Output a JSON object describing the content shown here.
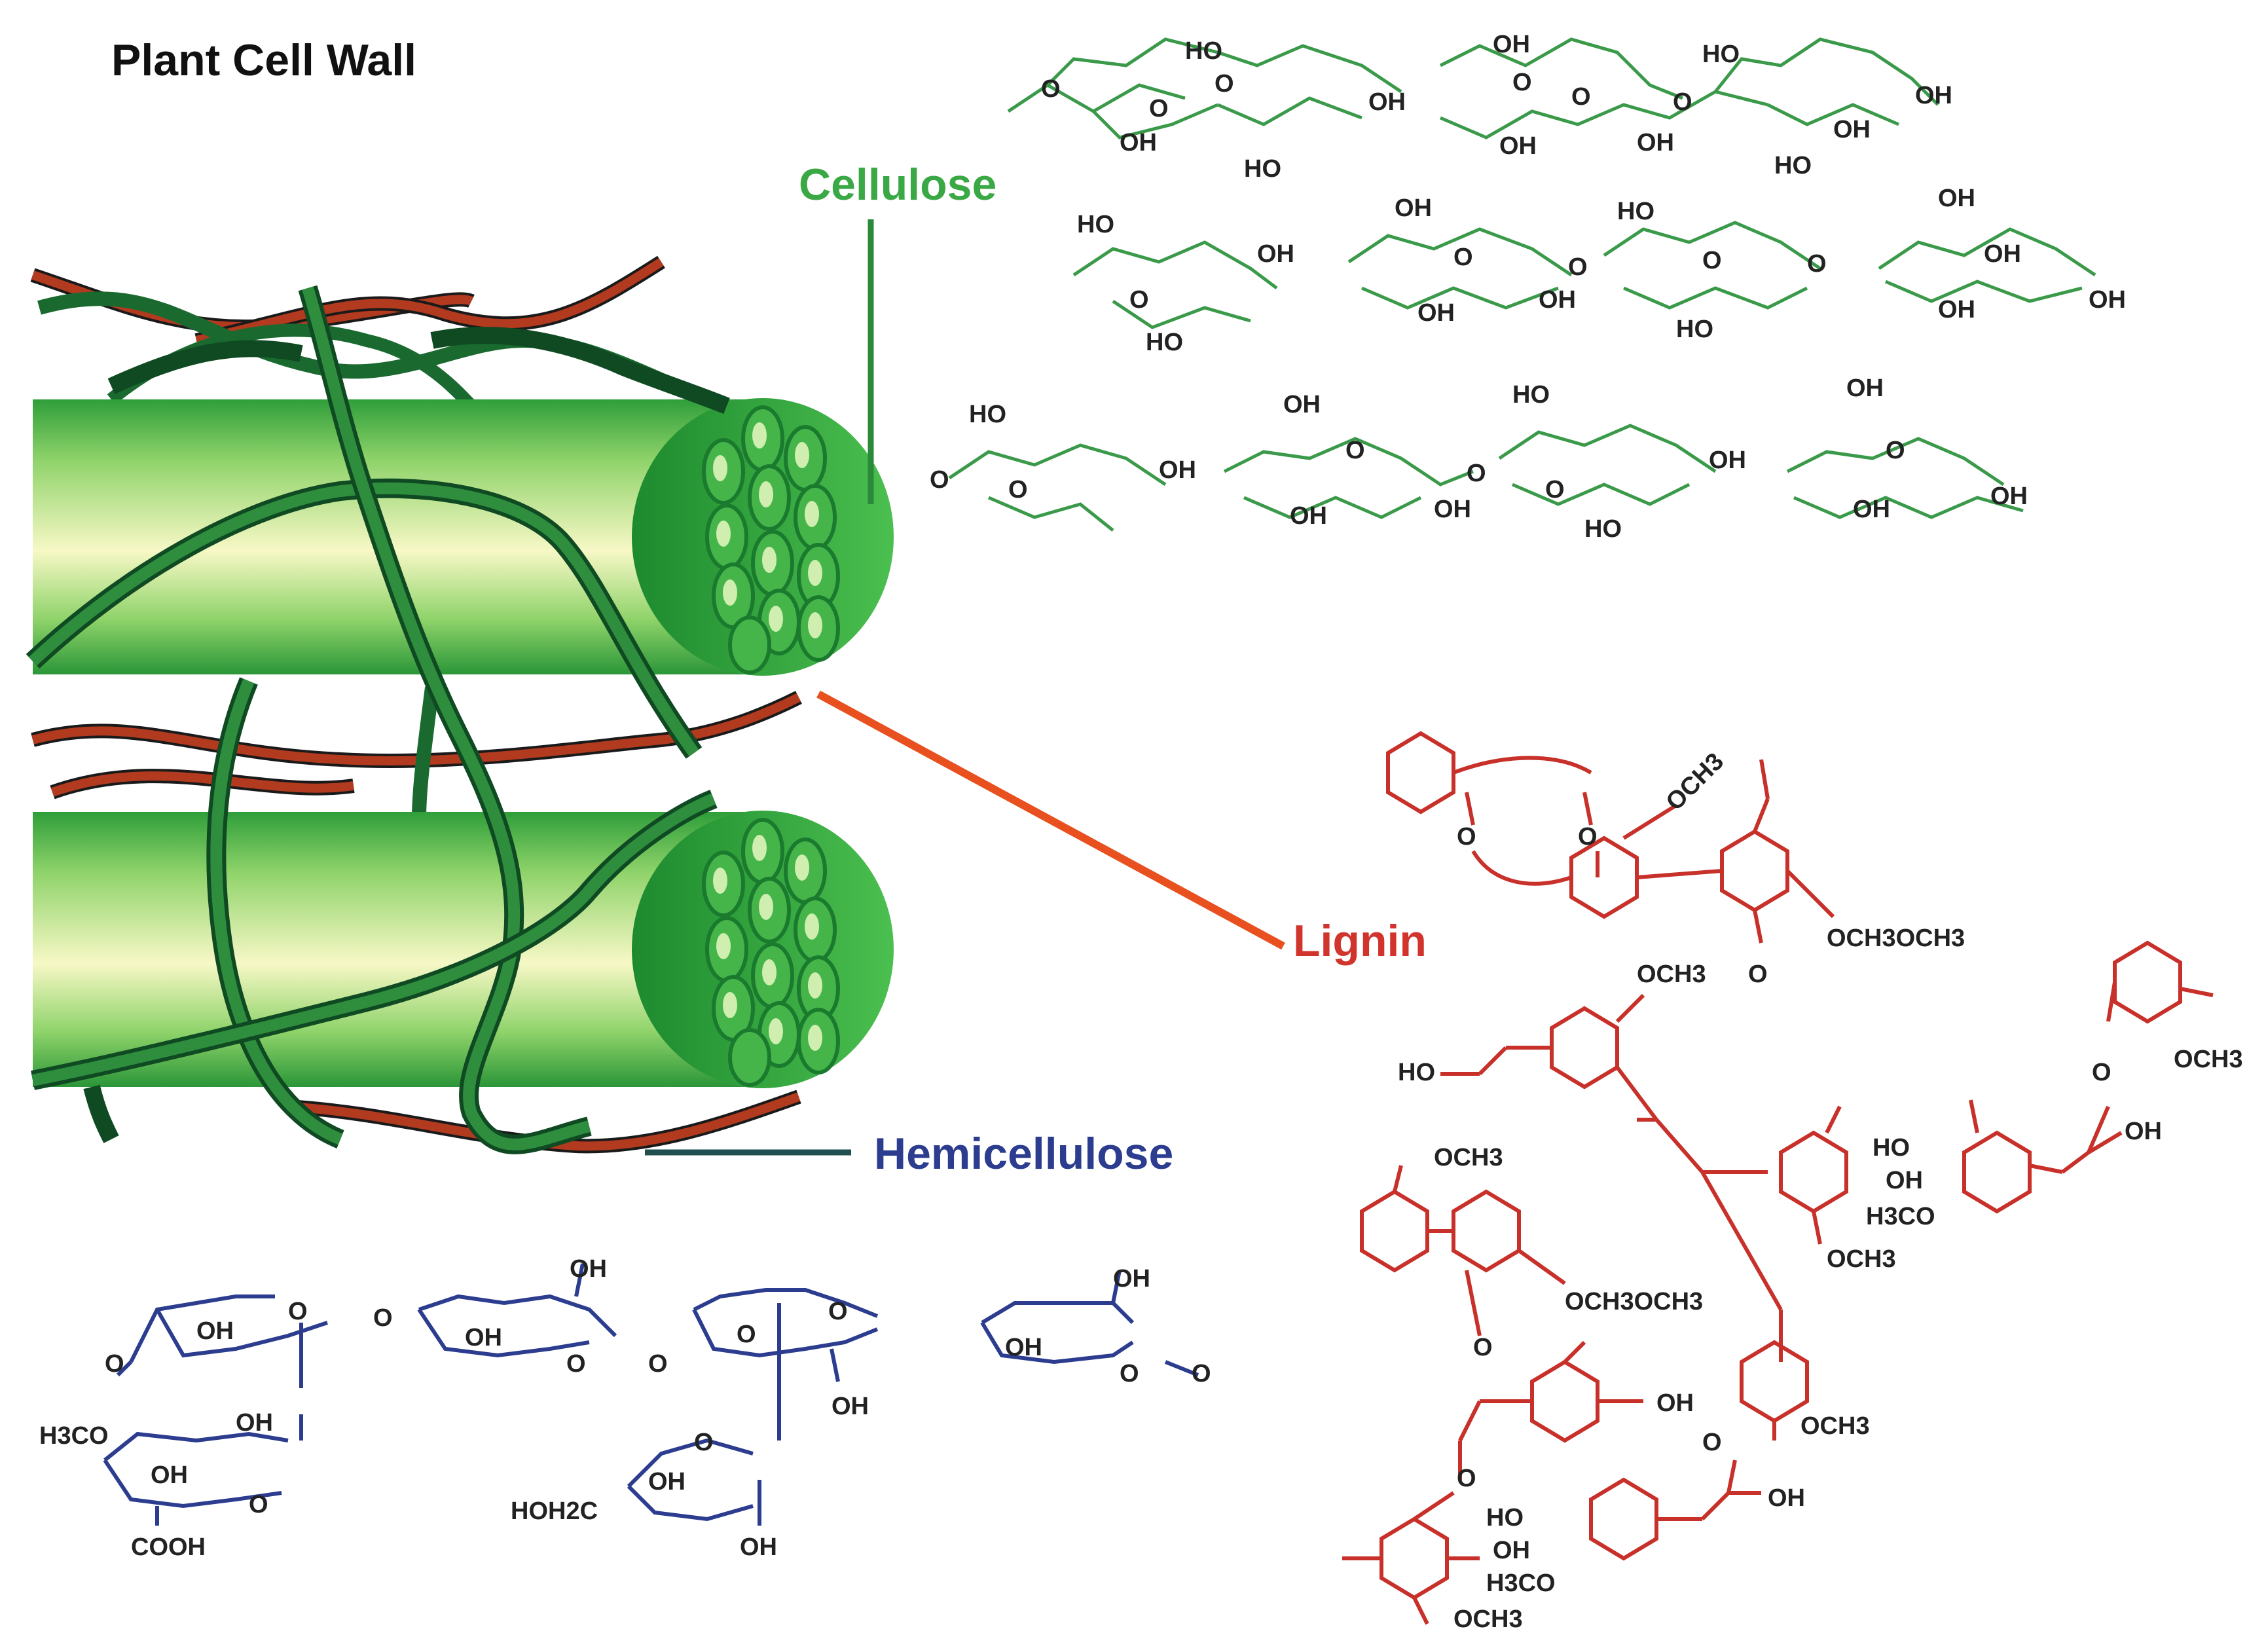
{
  "diagram": {
    "title": "Plant Cell Wall",
    "labels": {
      "cellulose": "Cellulose",
      "lignin": "Lignin",
      "hemicellulose": "Hemicellulose"
    },
    "colors": {
      "cellulose": "#3aa845",
      "cellulose_dark": "#1a7a33",
      "lignin": "#d0342c",
      "lignin_line": "#e8501f",
      "hemicellulose": "#2c3d8f",
      "hemicellulose_line": "#1f4f4f",
      "title": "#111111",
      "chem_text": "#222222"
    },
    "cellulose_structure_texts": [
      "HO",
      "OH",
      "HO",
      "O",
      "O",
      "OH",
      "O",
      "O",
      "OH",
      "O",
      "O",
      "OH",
      "OH",
      "HO",
      "OH",
      "OH",
      "HO",
      "HO",
      "OH",
      "HO",
      "OH",
      "O",
      "OH",
      "O",
      "O",
      "O",
      "OH",
      "O",
      "OH",
      "HO",
      "OH",
      "HO",
      "OH",
      "OH",
      "HO",
      "OH",
      "HO",
      "OH",
      "O",
      "OH",
      "O",
      "O",
      "O",
      "OH",
      "O",
      "O",
      "OH",
      "OH",
      "HO",
      "OH",
      "OH"
    ],
    "lignin_structure_texts": [
      "OCH3",
      "O",
      "O",
      "OCH3OCH3",
      "O",
      "OCH3",
      "HO",
      "OCH3",
      "O",
      "HO",
      "OH",
      "OH",
      "H3CO",
      "OCH3",
      "OCH3",
      "OCH3OCH3",
      "O",
      "OH",
      "OCH3",
      "O",
      "HO",
      "OH",
      "OH",
      "H3CO",
      "OCH3",
      "O"
    ],
    "hemicellulose_structure_texts": [
      "O",
      "OH",
      "O",
      "O",
      "OH",
      "OH",
      "O",
      "O",
      "O",
      "O",
      "OH",
      "OH",
      "OH",
      "O",
      "O",
      "H3CO",
      "OH",
      "OH",
      "O",
      "COOH",
      "O",
      "OH",
      "HOH2C",
      "OH"
    ]
  }
}
